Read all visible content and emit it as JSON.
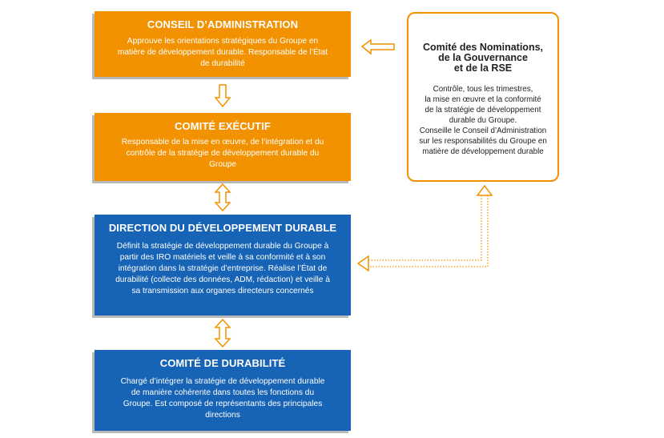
{
  "boxes": {
    "conseil_administration": {
      "title": "CONSEIL D’ADMINISTRATION",
      "description": "Approuve les orientations stratégiques du Groupe en matière de développement durable. Responsable de l’État de durabilité"
    },
    "comite_executif": {
      "title": "COMITÉ EXÉCUTIF",
      "description": "Responsable de la mise en œuvre, de l’intégration et du contrôle de la stratégie de développement durable du Groupe"
    },
    "direction_developpement_durable": {
      "title": "DIRECTION DU DÉVELOPPEMENT DURABLE",
      "description": "Définit la stratégie de développement durable du Groupe à partir des IRO matériels et veille à sa conformité et à son intégration dans la stratégie d’entreprise. Réalise l’État de durabilité (collecte des données, ADM, rédaction) et veille à sa transmission aux organes directeurs concernés"
    },
    "comite_durabilite": {
      "title": "COMITÉ DE DURABILITÉ",
      "description": "Chargé d’intégrer la stratégie de développement durable de manière cohérente dans toutes les fonctions du Groupe. Est composé de représentants des principales directions"
    },
    "comite_nominations": {
      "title": "Comité des Nominations,\nde la Gouvernance\net de la RSE",
      "description": "Contrôle, tous les trimestres,\nla mise en œuvre et la conformité\nde la stratégie de développement\ndurable du Groupe.\nConseille le Conseil d’Administration\nsur les responsabilités du Groupe en\nmatière de développement durable"
    }
  },
  "colors": {
    "orange": "#f39200",
    "blue": "#1763b5",
    "shadow": "#b9b9b9"
  },
  "icons": {
    "ca_to_ce": "hollow-arrow-down",
    "ce_ddd": "hollow-double-arrow",
    "ddd_cd": "hollow-double-arrow",
    "cnr_to_ca": "hollow-arrow-left",
    "cnr_to_ddd": "dotted-elbow-arrow"
  }
}
